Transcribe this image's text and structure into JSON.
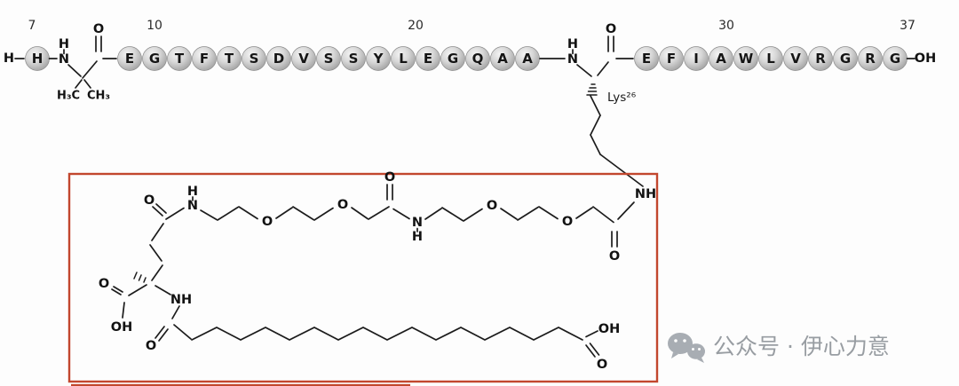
{
  "peptide": {
    "n_terminal_h": "H",
    "n_terminal_residue": "H",
    "position_labels": {
      "p7": "7",
      "p10": "10",
      "p20": "20",
      "p30": "30",
      "p37": "37"
    },
    "segment1": [
      "E",
      "G",
      "T",
      "F",
      "T",
      "S",
      "D",
      "V",
      "S",
      "S",
      "Y",
      "L",
      "E",
      "G",
      "Q",
      "A",
      "A"
    ],
    "segment2": [
      "E",
      "F",
      "I",
      "A",
      "W",
      "L",
      "V",
      "R",
      "G",
      "R",
      "G"
    ],
    "c_terminal": "OH",
    "aib": {
      "o": "O",
      "n": "N",
      "h": "H",
      "ch3_left": "H₃C",
      "ch3_right": "CH₃"
    },
    "linker_nh": {
      "n": "N",
      "h": "H"
    },
    "lys": {
      "o": "O",
      "label": "Lys²⁶"
    }
  },
  "sidechain": {
    "nh_top": "NH",
    "amide1": {
      "o": "O",
      "n": "N",
      "h": "H"
    },
    "ether_o1": "O",
    "ether_o2": "O",
    "amide2": {
      "o": "O",
      "n": "N",
      "h": "H"
    },
    "ether_o3": "O",
    "ether_o4": "O",
    "amide3_o": "O",
    "glu": {
      "acid_o": "O",
      "acid_oh": "OH",
      "nh": "NH",
      "amide_o": "O"
    },
    "fatty": {
      "oh": "OH",
      "o": "O"
    }
  },
  "watermark": {
    "text": "公众号 · 伊心力意"
  },
  "colors": {
    "box_red": "#c2472e",
    "watermark_gray": "#a8adb3"
  }
}
